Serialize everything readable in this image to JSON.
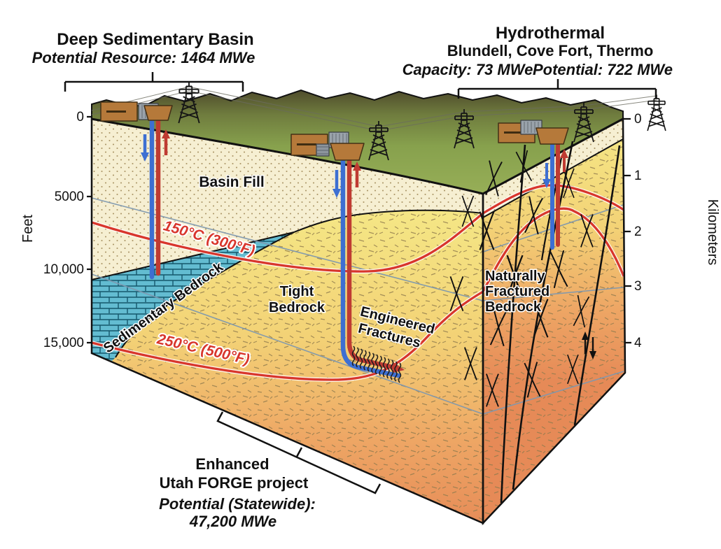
{
  "annotations": {
    "deep_basin": {
      "title": "Deep Sedimentary Basin",
      "subtitle": "Potential Resource: 1464 MWe"
    },
    "hydrothermal": {
      "title": "Hydrothermal",
      "sites": "Blundell, Cove Fort, Thermo",
      "capacity": "Capacity: 73 MWe",
      "potential": "Potential: 722 MWe"
    },
    "enhanced": {
      "title": "Enhanced",
      "project": "Utah FORGE project",
      "potential_label": "Potential (Statewide):",
      "potential_value": "47,200 MWe"
    }
  },
  "axes": {
    "left": {
      "label": "Feet",
      "ticks": [
        "0",
        "5000",
        "10,000",
        "15,000"
      ]
    },
    "right": {
      "label": "Kilometers",
      "ticks": [
        "0",
        "1",
        "2",
        "3",
        "4"
      ]
    }
  },
  "regions": {
    "basin_fill": "Basin Fill",
    "sedimentary_bedrock": "Sedimentary Bedrock",
    "tight_bedrock_line1": "Tight",
    "tight_bedrock_line2": "Bedrock",
    "engineered_line1": "Engineered",
    "engineered_line2": "Fractures",
    "naturally_line1": "Naturally",
    "naturally_line2": "Fractured",
    "naturally_line3": "Bedrock"
  },
  "isotherms": {
    "t150": "150°C (300°F)",
    "t250": "250°C (500°F)"
  },
  "colors": {
    "isotherm_red": "#d8362c",
    "well_cold_blue": "#3d6fd2",
    "well_hot_red": "#bf3b32",
    "surface_green": "#8ca64f",
    "basin_fill_cream": "#f6efd2",
    "sedimentary_blue": "#63bcd1",
    "bedrock_yellow": "#f5e987",
    "bedrock_orange": "#e68a57"
  }
}
